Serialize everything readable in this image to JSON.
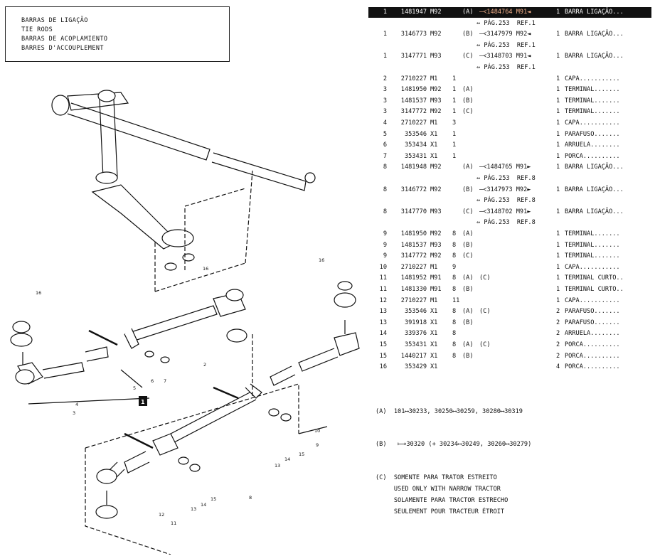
{
  "title": {
    "lines": [
      "BARRAS DE LIGAÇÃO",
      "TIE RODS",
      "BARRAS DE ACOPLAMIENTO",
      "BARRES D'ACCOUPLEMENT"
    ]
  },
  "diagram": {
    "callouts": [
      "16",
      "16",
      "16",
      "1",
      "2",
      "3",
      "4",
      "5",
      "6",
      "7",
      "8",
      "9",
      "10",
      "11",
      "12",
      "13",
      "14",
      "15",
      "13",
      "14",
      "15"
    ],
    "reference_box": "1"
  },
  "parts": [
    {
      "ref": "1",
      "pn": "1481947",
      "model": "M92",
      "qty": "",
      "variant": "(A)",
      "alt": "—≺1484764 M91◄",
      "qty2": "1",
      "desc": "BARRA LIGAÇÃO...",
      "sub": "⇔ PÁG.253  REF.1",
      "highlight": true
    },
    {
      "ref": "1",
      "pn": "3146773",
      "model": "M92",
      "qty": "",
      "variant": "(B)",
      "alt": "—≺3147979 M92◄",
      "qty2": "1",
      "desc": "BARRA LIGAÇÃO...",
      "sub": "⇔ PÁG.253  REF.1"
    },
    {
      "ref": "1",
      "pn": "3147771",
      "model": "M93",
      "qty": "",
      "variant": "(C)",
      "alt": "—≺3148703 M91◄",
      "qty2": "1",
      "desc": "BARRA LIGAÇÃO...",
      "sub": "⇔ PÁG.253  REF.1"
    },
    {
      "ref": "2",
      "pn": "2710227",
      "model": "M1",
      "qty": "1",
      "variant": "",
      "alt": "",
      "qty2": "1",
      "desc": "CAPA..........."
    },
    {
      "ref": "3",
      "pn": "1481950",
      "model": "M92",
      "qty": "1",
      "variant": "(A)",
      "alt": "",
      "qty2": "1",
      "desc": "TERMINAL......."
    },
    {
      "ref": "3",
      "pn": "1481537",
      "model": "M93",
      "qty": "1",
      "variant": "(B)",
      "alt": "",
      "qty2": "1",
      "desc": "TERMINAL......."
    },
    {
      "ref": "3",
      "pn": "3147772",
      "model": "M92",
      "qty": "1",
      "variant": "(C)",
      "alt": "",
      "qty2": "1",
      "desc": "TERMINAL......."
    },
    {
      "ref": "4",
      "pn": "2710227",
      "model": "M1",
      "qty": "3",
      "variant": "",
      "alt": "",
      "qty2": "1",
      "desc": "CAPA..........."
    },
    {
      "ref": "5",
      "pn": "353546",
      "model": "X1",
      "qty": "1",
      "variant": "",
      "alt": "",
      "qty2": "1",
      "desc": "PARAFUSO......."
    },
    {
      "ref": "6",
      "pn": "353434",
      "model": "X1",
      "qty": "1",
      "variant": "",
      "alt": "",
      "qty2": "1",
      "desc": "ARRUELA........"
    },
    {
      "ref": "7",
      "pn": "353431",
      "model": "X1",
      "qty": "1",
      "variant": "",
      "alt": "",
      "qty2": "1",
      "desc": "PORCA.........."
    },
    {
      "ref": "8",
      "pn": "1481948",
      "model": "M92",
      "qty": "",
      "variant": "(A)",
      "alt": "—≺1484765 M91►",
      "qty2": "1",
      "desc": "BARRA LIGAÇÃO...",
      "sub": "⇔ PÁG.253  REF.8"
    },
    {
      "ref": "8",
      "pn": "3146772",
      "model": "M92",
      "qty": "",
      "variant": "(B)",
      "alt": "—≺3147973 M92►",
      "qty2": "1",
      "desc": "BARRA LIGAÇÃO...",
      "sub": "⇔ PÁG.253  REF.8"
    },
    {
      "ref": "8",
      "pn": "3147770",
      "model": "M93",
      "qty": "",
      "variant": "(C)",
      "alt": "—≺3148702 M91►",
      "qty2": "1",
      "desc": "BARRA LIGAÇÃO...",
      "sub": "⇔ PÁG.253  REF.8"
    },
    {
      "ref": "9",
      "pn": "1481950",
      "model": "M92",
      "qty": "8",
      "variant": "(A)",
      "alt": "",
      "qty2": "1",
      "desc": "TERMINAL......."
    },
    {
      "ref": "9",
      "pn": "1481537",
      "model": "M93",
      "qty": "8",
      "variant": "(B)",
      "alt": "",
      "qty2": "1",
      "desc": "TERMINAL......."
    },
    {
      "ref": "9",
      "pn": "3147772",
      "model": "M92",
      "qty": "8",
      "variant": "(C)",
      "alt": "",
      "qty2": "1",
      "desc": "TERMINAL......."
    },
    {
      "ref": "10",
      "pn": "2710227",
      "model": "M1",
      "qty": "9",
      "variant": "",
      "alt": "",
      "qty2": "1",
      "desc": "CAPA..........."
    },
    {
      "ref": "11",
      "pn": "1481952",
      "model": "M91",
      "qty": "8",
      "variant": "(A)",
      "alt": "(C)",
      "qty2": "1",
      "desc": "TERMINAL CURTO.."
    },
    {
      "ref": "11",
      "pn": "1481330",
      "model": "M91",
      "qty": "8",
      "variant": "(B)",
      "alt": "",
      "qty2": "1",
      "desc": "TERMINAL CURTO.."
    },
    {
      "ref": "12",
      "pn": "2710227",
      "model": "M1",
      "qty": "11",
      "variant": "",
      "alt": "",
      "qty2": "1",
      "desc": "CAPA..........."
    },
    {
      "ref": "13",
      "pn": "353546",
      "model": "X1",
      "qty": "8",
      "variant": "(A)",
      "alt": "(C)",
      "qty2": "2",
      "desc": "PARAFUSO......."
    },
    {
      "ref": "13",
      "pn": "391918",
      "model": "X1",
      "qty": "8",
      "variant": "(B)",
      "alt": "",
      "qty2": "2",
      "desc": "PARAFUSO......."
    },
    {
      "ref": "14",
      "pn": "339376",
      "model": "X1",
      "qty": "8",
      "variant": "",
      "alt": "",
      "qty2": "2",
      "desc": "ARRUELA........"
    },
    {
      "ref": "15",
      "pn": "353431",
      "model": "X1",
      "qty": "8",
      "variant": "(A)",
      "alt": "(C)",
      "qty2": "2",
      "desc": "PORCA.........."
    },
    {
      "ref": "15",
      "pn": "1440217",
      "model": "X1",
      "qty": "8",
      "variant": "(B)",
      "alt": "",
      "qty2": "2",
      "desc": "PORCA.........."
    },
    {
      "ref": "16",
      "pn": "353429",
      "model": "X1",
      "qty": "",
      "variant": "",
      "alt": "",
      "qty2": "4",
      "desc": "PORCA.........."
    }
  ],
  "notes": {
    "a": "(A)  101⟷30233, 30250⟷30259, 30280⟷30319",
    "b": "(B)   ⟼30320 (+ 30234⟷30249, 30260⟷30279)",
    "c1": "(C)  SOMENTE PARA TRATOR ESTREITO",
    "c2": "     USED ONLY WITH NARROW TRACTOR",
    "c3": "     SOLAMENTE PARA TRACTOR ESTRECHO",
    "c4": "     SEULEMENT POUR TRACTEUR ÉTROIT"
  },
  "colors": {
    "highlight_bg": "#111111",
    "highlight_text": "#ffffff",
    "ink": "#111111"
  }
}
